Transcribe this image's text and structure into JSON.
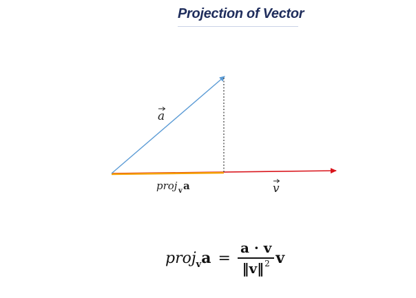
{
  "title": "Projection of Vector",
  "labels": {
    "a": "a",
    "v": "v",
    "proj_text": "proj",
    "proj_sub": "v",
    "proj_vec": "a"
  },
  "formula": {
    "lhs_text": "proj",
    "lhs_sub": "v",
    "lhs_vec": "a",
    "equals": "=",
    "numerator": "a · v",
    "denominator_norm": "‖v‖",
    "denominator_exp": "2",
    "tail_vec": "v"
  },
  "colors": {
    "title": "#1f2d5c",
    "vector_a": "#5b9bd5",
    "vector_v": "#d9141b",
    "projection": "#f5a000",
    "dotted": "#444444"
  }
}
